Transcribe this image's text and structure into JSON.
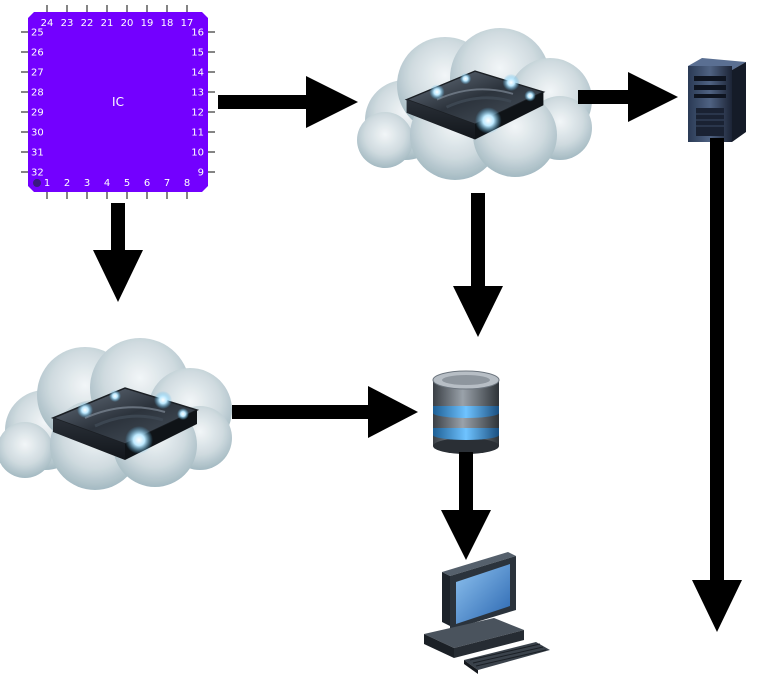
{
  "chip": {
    "label": "IC",
    "color": "#7300ff",
    "pins_top": [
      "24",
      "23",
      "22",
      "21",
      "20",
      "19",
      "18",
      "17"
    ],
    "pins_bottom": [
      "1",
      "2",
      "3",
      "4",
      "5",
      "6",
      "7",
      "8"
    ],
    "pins_left": [
      "25",
      "26",
      "27",
      "28",
      "29",
      "30",
      "31",
      "32"
    ],
    "pins_right": [
      "16",
      "15",
      "14",
      "13",
      "12",
      "11",
      "10",
      "9"
    ]
  },
  "nodes": {
    "cloud_top": "cloud-storage-icon",
    "cloud_left": "cloud-storage-icon",
    "server": "server-tower-icon",
    "database": "database-icon",
    "computer": "desktop-computer-icon"
  },
  "colors": {
    "arrow": "#000000",
    "cloud": "#c9d6dc",
    "glow": "#8fd8ff"
  }
}
